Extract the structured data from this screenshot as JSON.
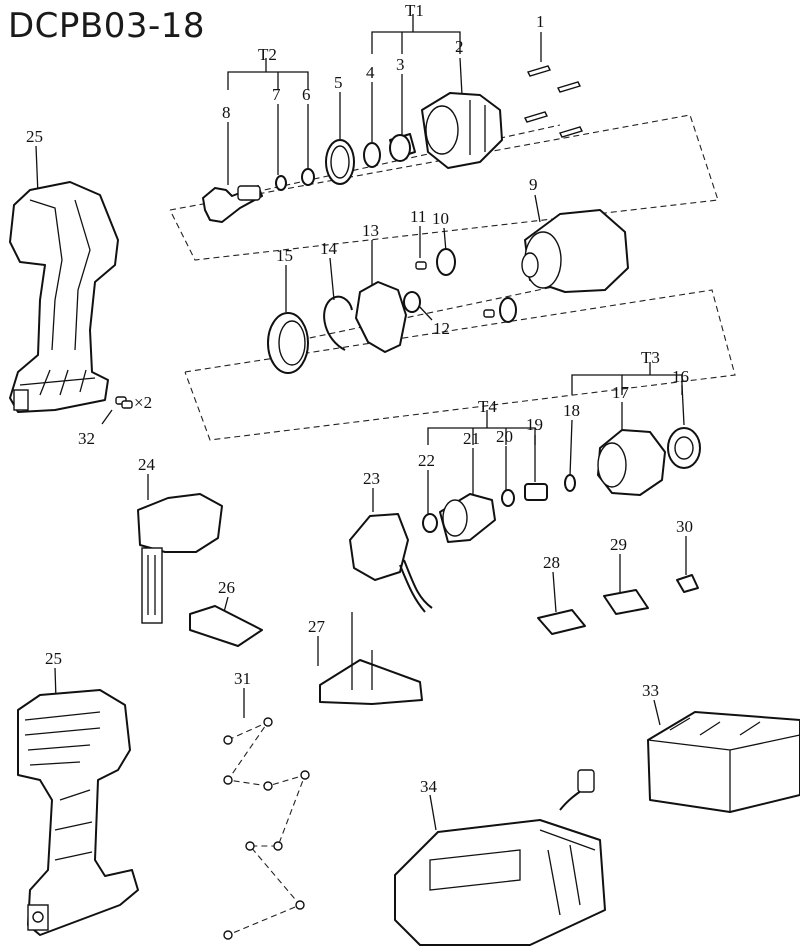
{
  "title": "DCPB03-18",
  "groups": [
    "T1",
    "T2",
    "T3",
    "T4"
  ],
  "callouts": [
    "1",
    "2",
    "3",
    "4",
    "5",
    "6",
    "7",
    "8",
    "9",
    "10",
    "11",
    "12",
    "13",
    "14",
    "15",
    "16",
    "17",
    "18",
    "19",
    "20",
    "21",
    "22",
    "23",
    "24",
    "25",
    "25",
    "26",
    "27",
    "28",
    "29",
    "30",
    "31",
    "32",
    "33",
    "34"
  ],
  "qty_note": "×2"
}
